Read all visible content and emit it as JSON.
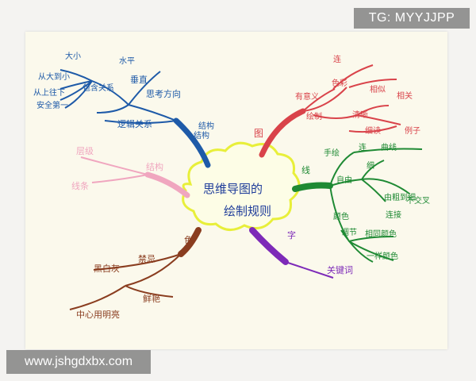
{
  "watermarks": {
    "top": "TG: MYYJJPP",
    "bottom": "www.jshgdxbx.com"
  },
  "mindmap": {
    "center": [
      "思维导图的",
      "绘制规则"
    ],
    "colors": {
      "center_outline": "#e8ef3a",
      "red": "#d9434a",
      "green": "#1f8a34",
      "purple": "#7d2ab8",
      "brown": "#8a3d1f",
      "pink": "#f0a6bf",
      "blue": "#1e5aa8"
    },
    "branches": {
      "red": {
        "label": "图",
        "words": [
          "有意义",
          "色彩",
          "绘制",
          "连",
          "清晰",
          "相似",
          "相关",
          "细读",
          "例子"
        ]
      },
      "green": {
        "label": "线",
        "words": [
          "手绘",
          "自由",
          "连",
          "曲线",
          "由粗到细",
          "不交叉",
          "连接",
          "细",
          "颜色",
          "调节",
          "相同颜色",
          "一样颜色"
        ]
      },
      "purple": {
        "label": "字",
        "words": [
          "关键词"
        ]
      },
      "brown": {
        "label": "色",
        "words": [
          "黑白灰",
          "禁忌",
          "中心用明亮",
          "鲜艳"
        ]
      },
      "pink": {
        "label": "结构",
        "words": [
          "层级",
          "线条"
        ]
      },
      "blue": {
        "label": "结构",
        "words": [
          "水平",
          "垂直",
          "思考方向",
          "逻辑关系",
          "大小",
          "包含关系",
          "从大到小",
          "从上往下",
          "安全第一",
          "结构"
        ]
      }
    }
  }
}
